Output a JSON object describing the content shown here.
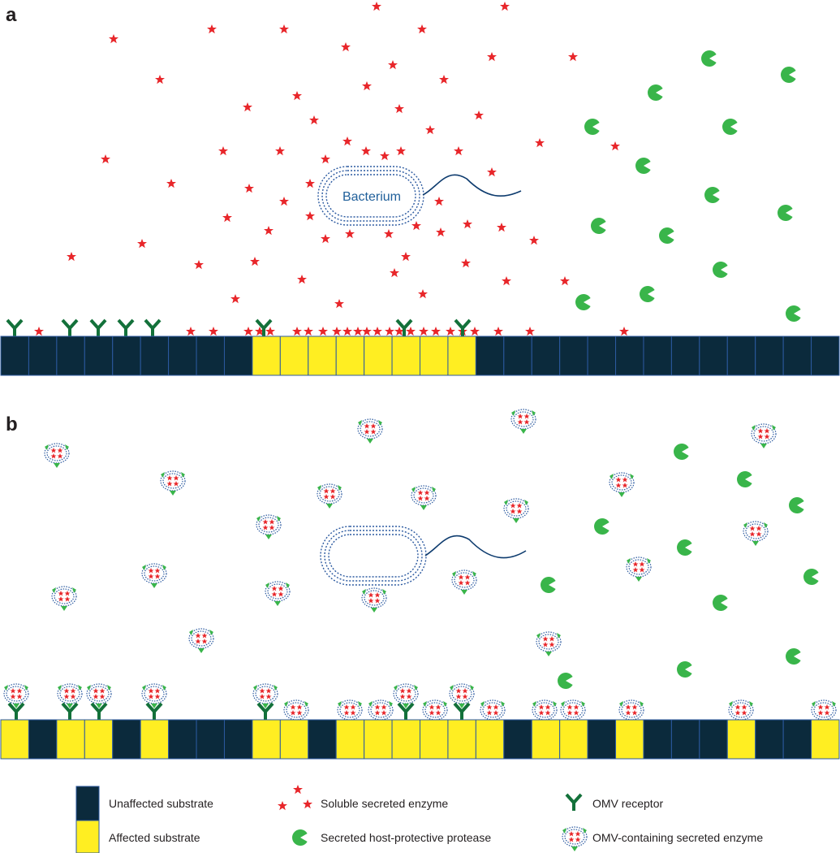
{
  "panels": [
    {
      "label": "a",
      "bacterium_label": "Bacterium"
    },
    {
      "label": "b",
      "bacterium_label": ""
    }
  ],
  "substrate_rows": [
    {
      "panel": "a",
      "cells": [
        "U",
        "U",
        "U",
        "U",
        "U",
        "U",
        "U",
        "U",
        "U",
        "A",
        "A",
        "A",
        "A",
        "A",
        "A",
        "A",
        "A",
        "U",
        "U",
        "U",
        "U",
        "U",
        "U",
        "U",
        "U",
        "U",
        "U",
        "U",
        "U",
        "U"
      ]
    },
    {
      "panel": "b",
      "cells": [
        "A",
        "U",
        "A",
        "A",
        "U",
        "A",
        "U",
        "U",
        "U",
        "A",
        "A",
        "U",
        "A",
        "A",
        "A",
        "A",
        "A",
        "A",
        "U",
        "A",
        "A",
        "U",
        "A",
        "U",
        "U",
        "U",
        "A",
        "U",
        "U",
        "A"
      ]
    }
  ],
  "legend": {
    "unaffected_substrate": "Unaffected substrate",
    "affected_substrate": "Affected substrate",
    "soluble_enzyme": "Soluble secreted enzyme",
    "protease": "Secreted host-protective protease",
    "omv_receptor": "OMV receptor",
    "omv_enzyme": "OMV-containing secreted enzyme"
  },
  "colors": {
    "unaffected": "#0b2a3c",
    "affected": "#ffee22",
    "cell_border": "#2c5aa0",
    "enzyme": "#e8262a",
    "protease": "#39b54a",
    "receptor": "#13713a",
    "membrane": "#2c5aa0",
    "text": "#231f20"
  }
}
